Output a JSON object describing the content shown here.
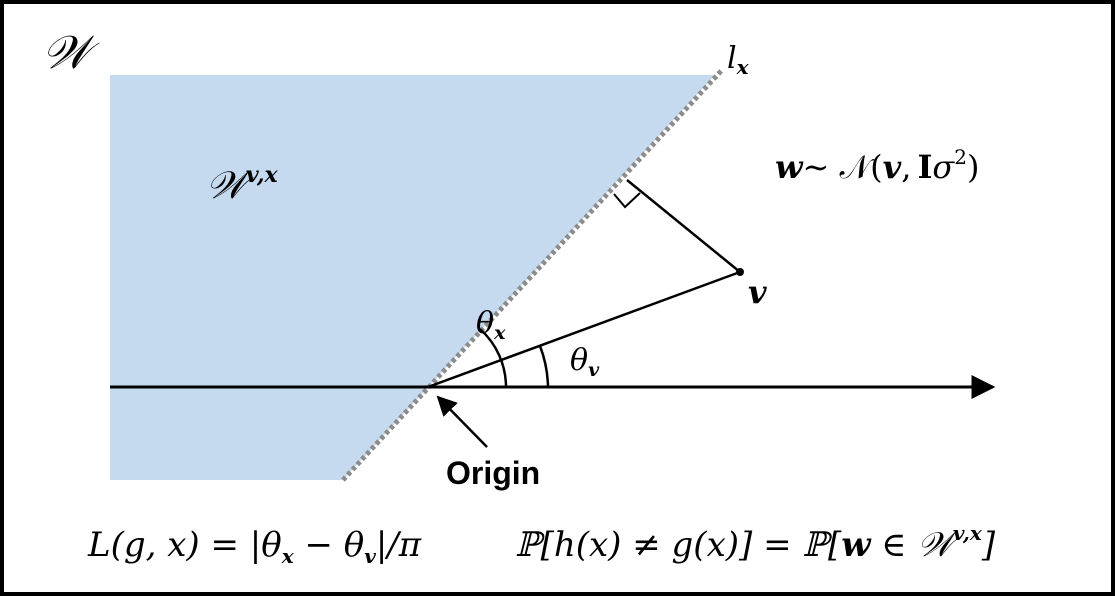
{
  "colors": {
    "region_fill": "#c5daef",
    "boundary": "#8c8c8c",
    "ink": "#000000"
  },
  "labels": {
    "space": "𝒲",
    "line_base": "l",
    "line_sub": "x",
    "region_base": "𝒲",
    "region_sup": "v,x",
    "dist_w": "w",
    "dist_tilde": "∼ 𝒩(",
    "dist_v": "v",
    "dist_comma": ",",
    "dist_I": "I",
    "dist_sigma": "σ",
    "dist_sq": "2",
    "dist_close": ")",
    "vector": "v",
    "theta_x_base": "θ",
    "theta_x_sub": "x",
    "theta_v_base": "θ",
    "theta_v_sub": "v",
    "origin": "Origin",
    "loss_formula": "L(g, x) = |θ",
    "loss_x": "x",
    "loss_minus": " − θ",
    "loss_v": "v",
    "loss_tail": "|/π",
    "prob_formula_a": "ℙ[h(x) ≠ g(x)] = ℙ[",
    "prob_w": "w",
    "prob_in": " ∈ 𝒲",
    "prob_sup": "v,x",
    "prob_close": "]"
  }
}
